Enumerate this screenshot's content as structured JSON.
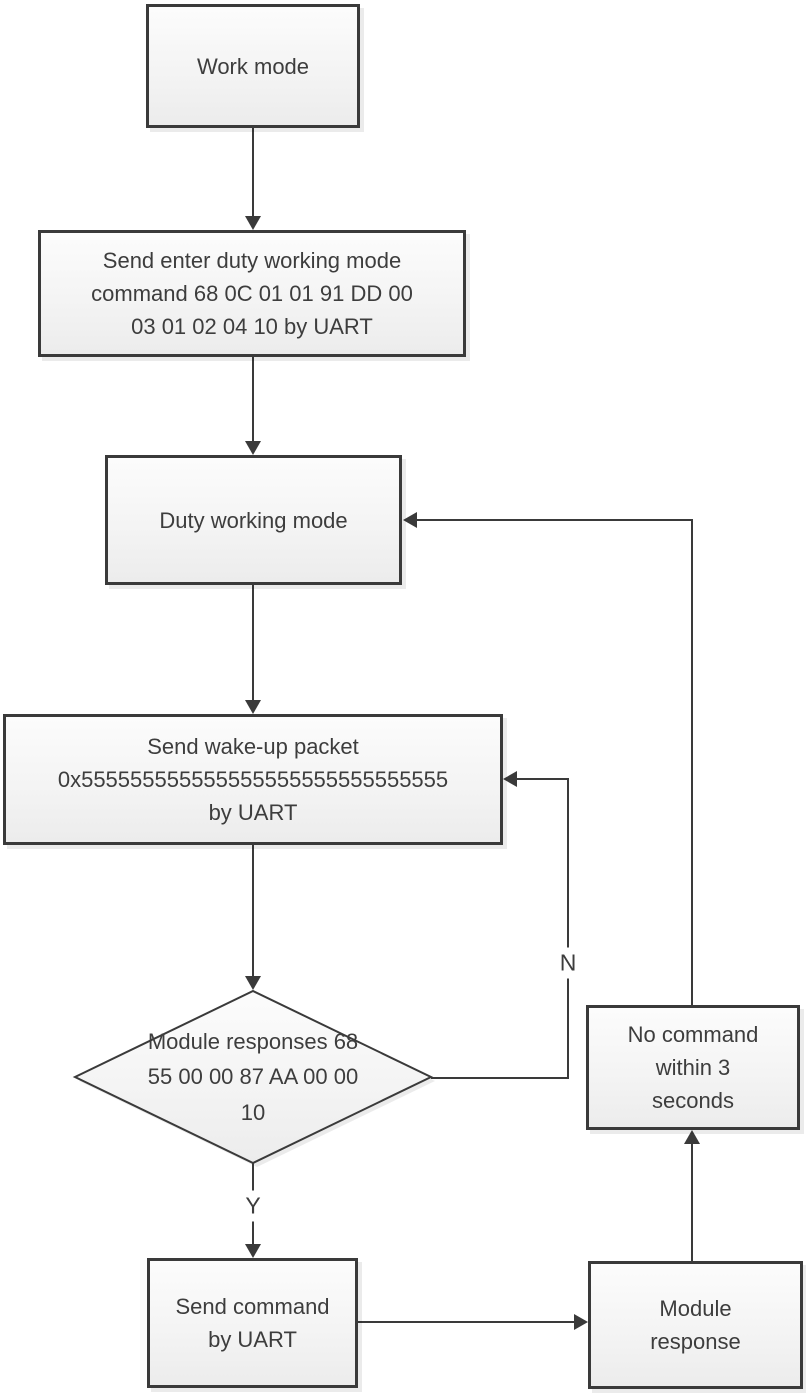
{
  "diagram_type": "flowchart",
  "nodes": {
    "work_mode": {
      "label": "Work mode",
      "shape": "process"
    },
    "send_enter_duty": {
      "label": "Send enter duty working mode\ncommand 68 0C 01 01 91 DD 00\n03 01 02 04 10 by UART",
      "shape": "process"
    },
    "duty_working_mode": {
      "label": "Duty working mode",
      "shape": "process"
    },
    "send_wakeup": {
      "label": "Send wake-up packet\n0x555555555555555555555555555555\nby UART",
      "shape": "process"
    },
    "module_responses": {
      "label": "Module responses 68\n55 00 00 87 AA 00 00\n10",
      "shape": "decision"
    },
    "no_command": {
      "label": "No command\nwithin 3\nseconds",
      "shape": "process"
    },
    "send_command": {
      "label": "Send command\nby UART",
      "shape": "process"
    },
    "module_response": {
      "label": "Module\nresponse",
      "shape": "process"
    }
  },
  "edge_labels": {
    "yes": "Y",
    "no": "N"
  },
  "edges": [
    {
      "from": "work_mode",
      "to": "send_enter_duty",
      "label": ""
    },
    {
      "from": "send_enter_duty",
      "to": "duty_working_mode",
      "label": ""
    },
    {
      "from": "duty_working_mode",
      "to": "send_wakeup",
      "label": ""
    },
    {
      "from": "send_wakeup",
      "to": "module_responses",
      "label": ""
    },
    {
      "from": "module_responses",
      "to": "send_command",
      "label": "Y"
    },
    {
      "from": "module_responses",
      "to": "send_wakeup",
      "label": "N"
    },
    {
      "from": "send_command",
      "to": "module_response",
      "label": ""
    },
    {
      "from": "module_response",
      "to": "no_command",
      "label": ""
    },
    {
      "from": "no_command",
      "to": "duty_working_mode",
      "label": ""
    }
  ],
  "colors": {
    "background": "#ffffff",
    "shape_border": "#3a3a3a",
    "shape_fill_top": "#fcfcfc",
    "shape_fill_bottom": "#ececec",
    "connector": "#3a3a3a",
    "text": "#3d3d3d"
  }
}
